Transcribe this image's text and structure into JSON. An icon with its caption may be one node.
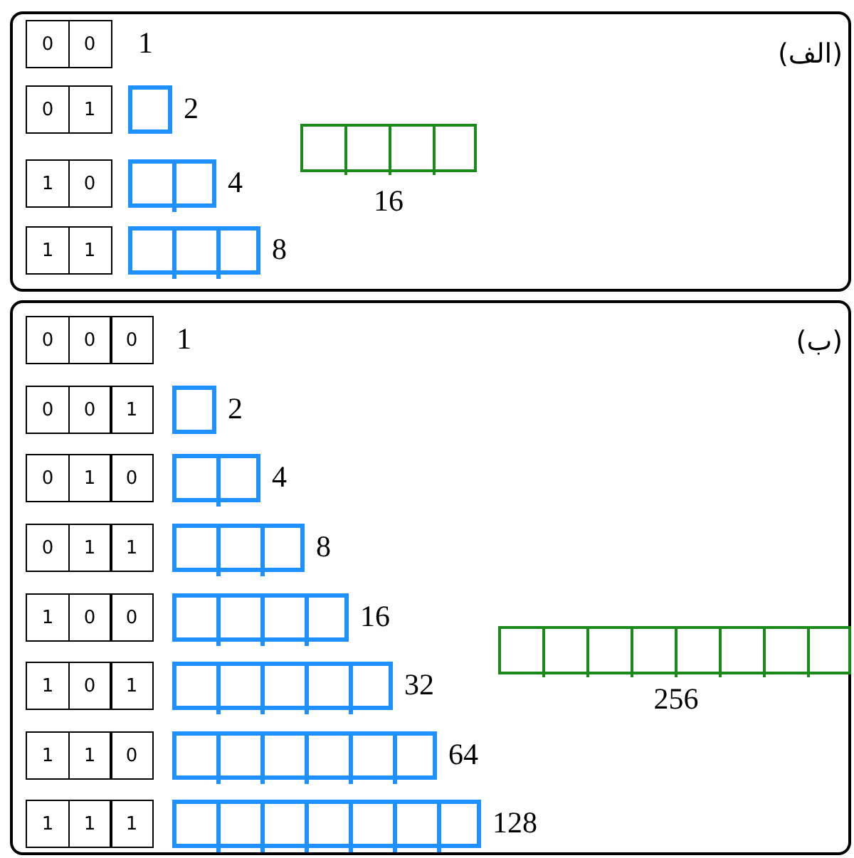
{
  "diagram": {
    "nodes": [
      {
        "text": [
          "(الف)"
        ]
      },
      {
        "text": [
          "(ب)"
        ]
      }
    ],
    "labels": [
      "0",
      "0",
      "1",
      "0",
      "1",
      "2",
      "1",
      "0",
      "4",
      "16",
      "1",
      "1",
      "8",
      "0",
      "0",
      "0",
      "1",
      "0",
      "0",
      "1",
      "2",
      "0",
      "1",
      "0",
      "4",
      "0",
      "1",
      "1",
      "8",
      "1",
      "0",
      "0",
      "16",
      "1",
      "0",
      "1",
      "32",
      "256",
      "1",
      "1",
      "0",
      "64",
      "1",
      "1",
      "1",
      "128"
    ]
  }
}
